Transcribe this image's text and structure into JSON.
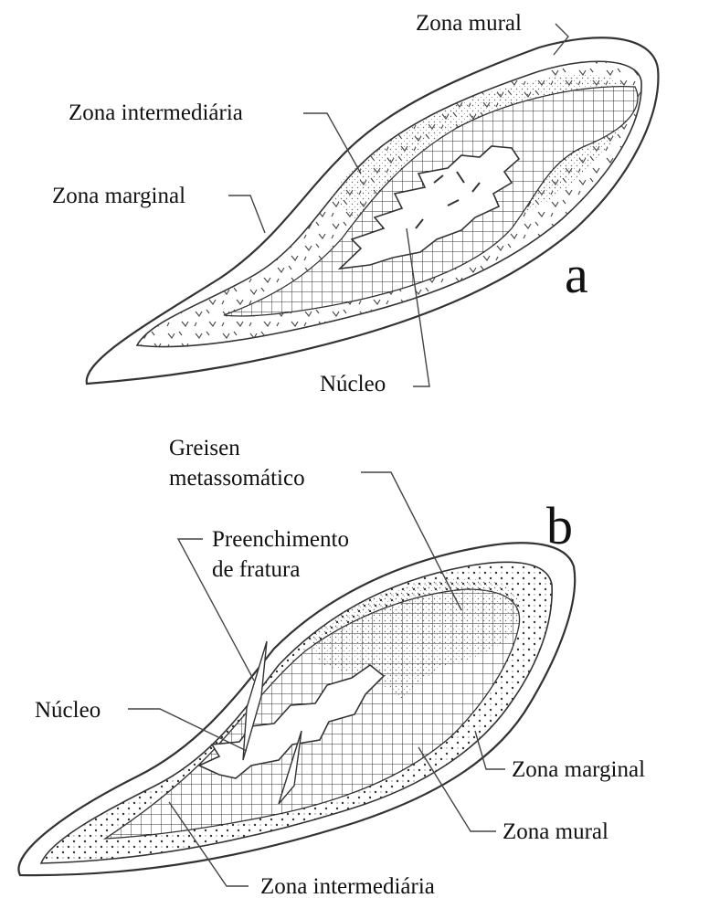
{
  "figure_a": {
    "panel_letter": "a",
    "labels": {
      "zona_mural": "Zona mural",
      "zona_intermediaria": "Zona intermediária",
      "zona_marginal": "Zona marginal",
      "nucleo": "Núcleo"
    }
  },
  "figure_b": {
    "panel_letter": "b",
    "labels": {
      "greisen_line1": "Greisen",
      "greisen_line2": "metassomático",
      "preenchimento_line1": "Preenchimento",
      "preenchimento_line2": "de fratura",
      "nucleo": "Núcleo",
      "zona_marginal": "Zona marginal",
      "zona_mural": "Zona mural",
      "zona_intermediaria": "Zona intermediária"
    }
  }
}
